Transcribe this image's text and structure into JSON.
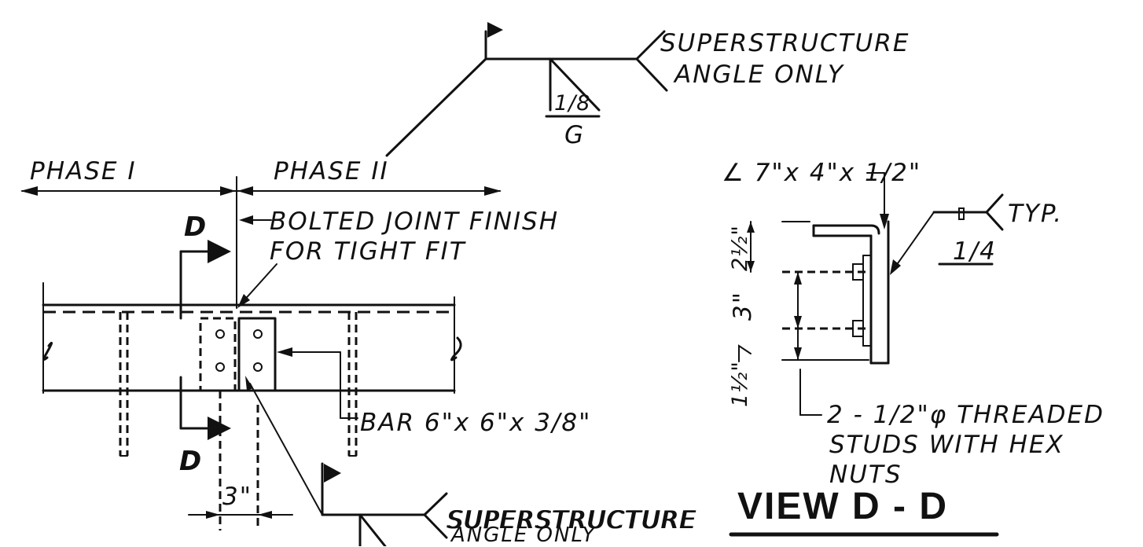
{
  "labels": {
    "top_callout_line1": "SUPERSTRUCTURE",
    "top_callout_line2": "ANGLE ONLY",
    "top_weld_size": "1/8",
    "top_weld_finish": "G",
    "phase_1": "PHASE I",
    "phase_2": "PHASE II",
    "bolted_joint_line1": "BOLTED JOINT FINISH",
    "bolted_joint_line2": "FOR TIGHT FIT",
    "section_mark_top": "D",
    "section_mark_bottom": "D",
    "bar_callout": "BAR 6\"x 6\"x 3/8\"",
    "dim_3in": "3\"",
    "bottom_callout_line1": "SUPERSTRUCTURE",
    "bottom_callout_line2": "ANGLE ONLY",
    "angle_size": "∠ 7\"x 4\"x 1/2\"",
    "typ": "TYP.",
    "fillet_size": "1/4",
    "dim_2_5": "2½\"",
    "dim_3": "3\"",
    "dim_1_5": "1½\"",
    "studs_line1": "2 - 1/2\"φ THREADED",
    "studs_line2": "STUDS WITH HEX",
    "studs_line3": "NUTS",
    "view_title": "VIEW D - D"
  }
}
